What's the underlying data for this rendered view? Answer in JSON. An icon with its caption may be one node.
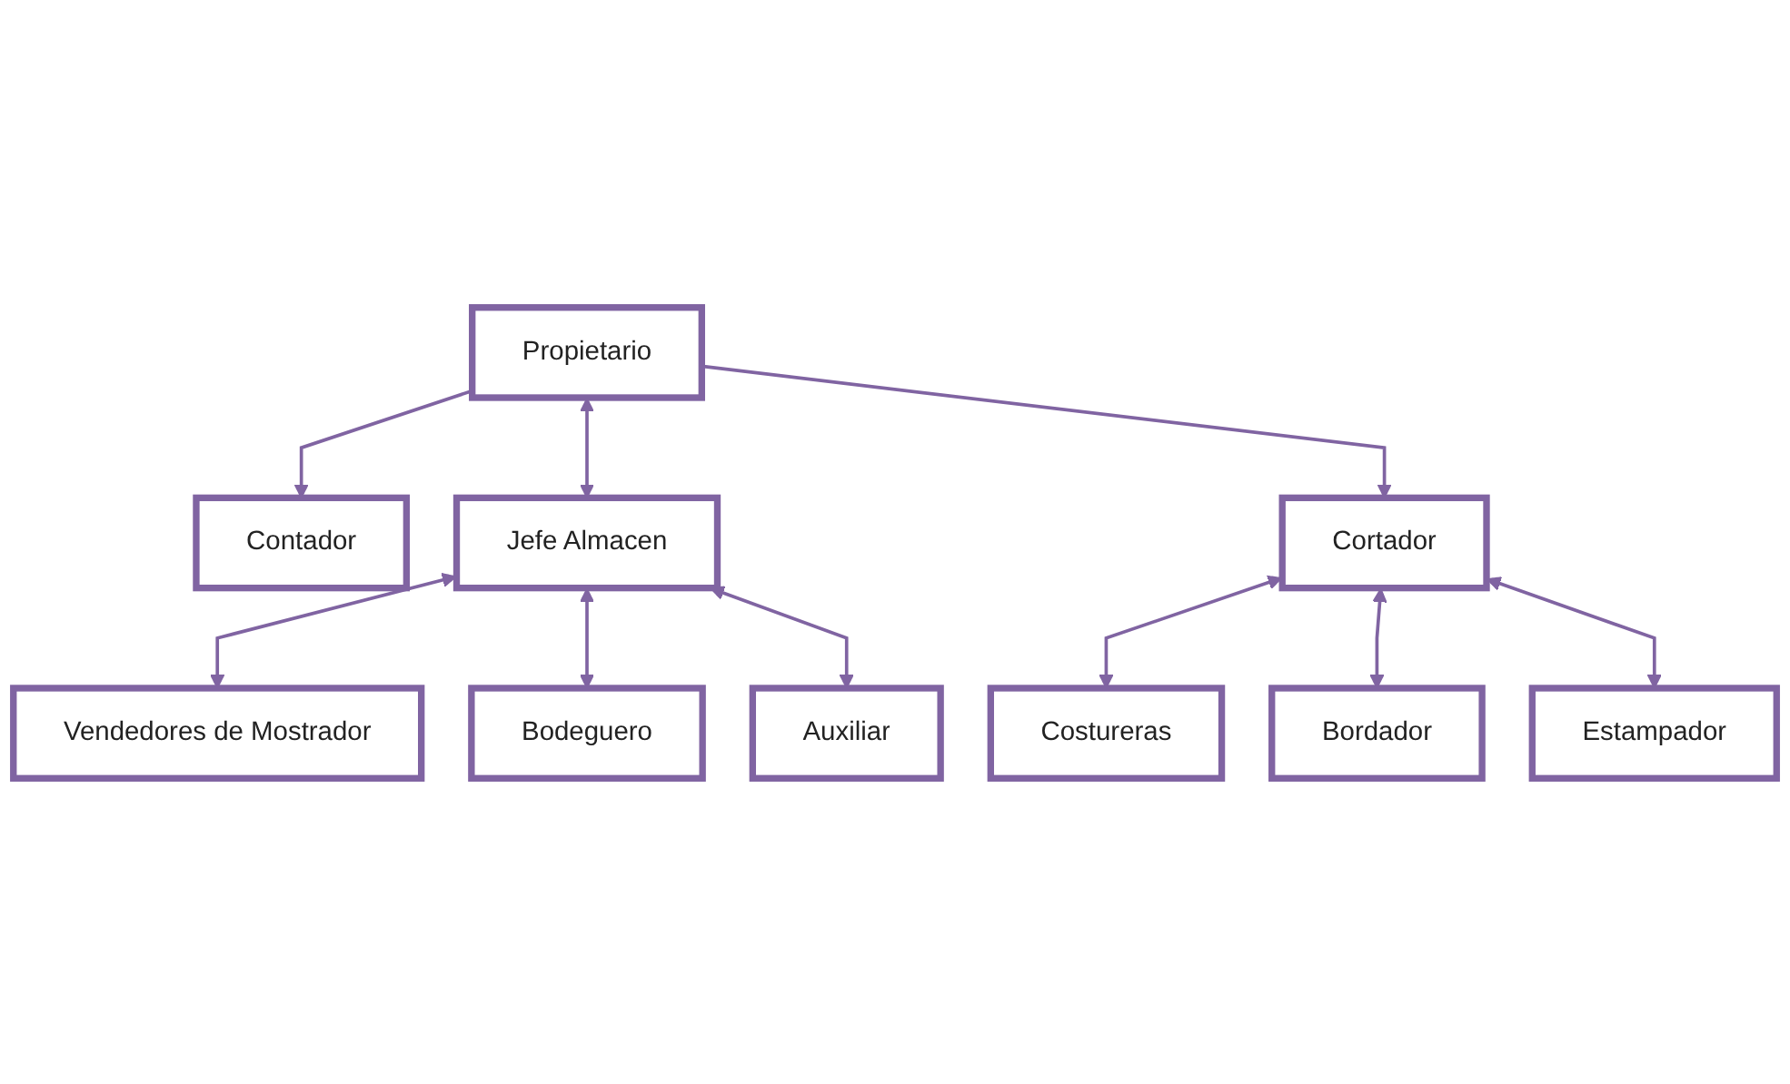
{
  "diagram": {
    "nodes": [
      {
        "text": [
          "Propietario"
        ]
      },
      {
        "text": [
          "Contador"
        ]
      },
      {
        "text": [
          "Jefe Almacen"
        ]
      },
      {
        "text": [
          "Cortador"
        ]
      },
      {
        "text": [
          "Vendedores de Mostrador"
        ]
      },
      {
        "text": [
          "Bodeguero"
        ]
      },
      {
        "text": [
          "Auxiliar"
        ]
      },
      {
        "text": [
          "Costureras"
        ]
      },
      {
        "text": [
          "Bordador"
        ]
      },
      {
        "text": [
          "Estampador"
        ]
      }
    ],
    "edges": [
      {
        "from": 0,
        "to": 1,
        "arrow": "to"
      },
      {
        "from": 0,
        "to": 2,
        "arrow": "both"
      },
      {
        "from": 0,
        "to": 3,
        "arrow": "to"
      },
      {
        "from": 2,
        "to": 4,
        "arrow": "both"
      },
      {
        "from": 2,
        "to": 5,
        "arrow": "both"
      },
      {
        "from": 2,
        "to": 6,
        "arrow": "both"
      },
      {
        "from": 3,
        "to": 7,
        "arrow": "both"
      },
      {
        "from": 3,
        "to": 8,
        "arrow": "both"
      },
      {
        "from": 3,
        "to": 9,
        "arrow": "both"
      }
    ]
  }
}
